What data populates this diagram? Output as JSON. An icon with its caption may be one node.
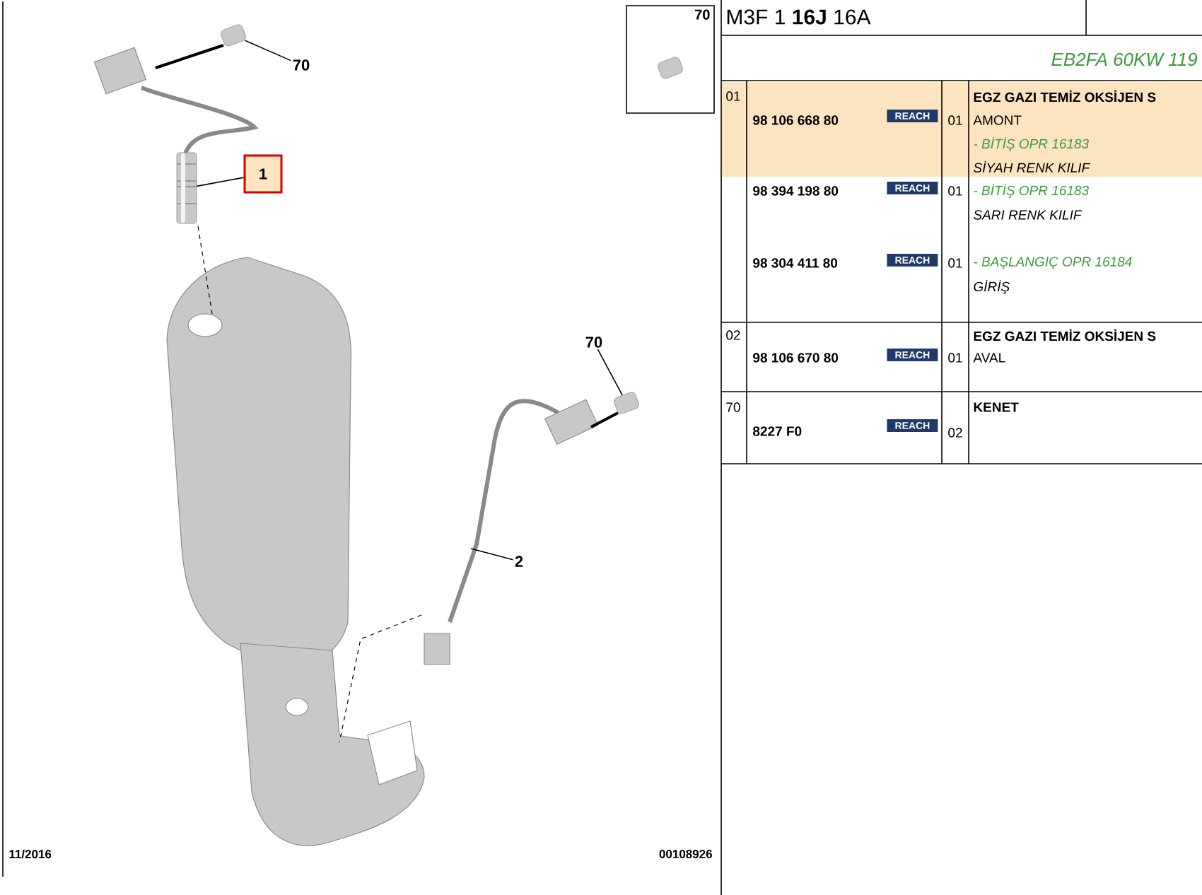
{
  "diagram": {
    "nodes": [
      {
        "text": [
          "70"
        ]
      },
      {
        "text": [],
        "shape": "picture"
      },
      {
        "text": [
          "1"
        ]
      },
      {
        "text": [],
        "shape": "picture"
      },
      {
        "text": [
          "70"
        ]
      },
      {
        "text": [],
        "shape": "picture"
      },
      {
        "text": [
          "2"
        ]
      },
      {
        "text": [
          "70"
        ]
      },
      {
        "text": [],
        "shape": "picture",
        "in": 7
      }
    ],
    "edges": [
      {
        "from": 0,
        "to": 1,
        "arrow": "none"
      },
      {
        "from": 2,
        "to": 3,
        "arrow": "none"
      },
      {
        "from": 4,
        "to": 5,
        "arrow": "none"
      },
      {
        "from": 6,
        "to": null,
        "arrow": "none"
      }
    ],
    "labels": [
      "M3F 1 **16J** 16A",
      "EB2FA 60KW 119",
      "01",
      "98 106 668 80",
      "REACH",
      "01",
      "EGZ GAZI TEMİZ OKSİJEN S",
      "AMONT",
      "- BİTİŞ OPR 16183",
      "SİYAH RENK KILIF",
      "98 394 198 80",
      "REACH",
      "01",
      "- BİTİŞ OPR 16183",
      "SARI RENK KILIF",
      "98 304 411 80",
      "REACH",
      "01",
      "- BAŞLANGIÇ OPR 16184",
      "GİRİŞ",
      "02",
      "98 106 670 80",
      "REACH",
      "01",
      "EGZ GAZI TEMİZ OKSİJEN S",
      "AVAL",
      "70",
      "8227 F0",
      "REACH",
      "02",
      "KENET",
      "11/2016",
      "00108926"
    ]
  }
}
